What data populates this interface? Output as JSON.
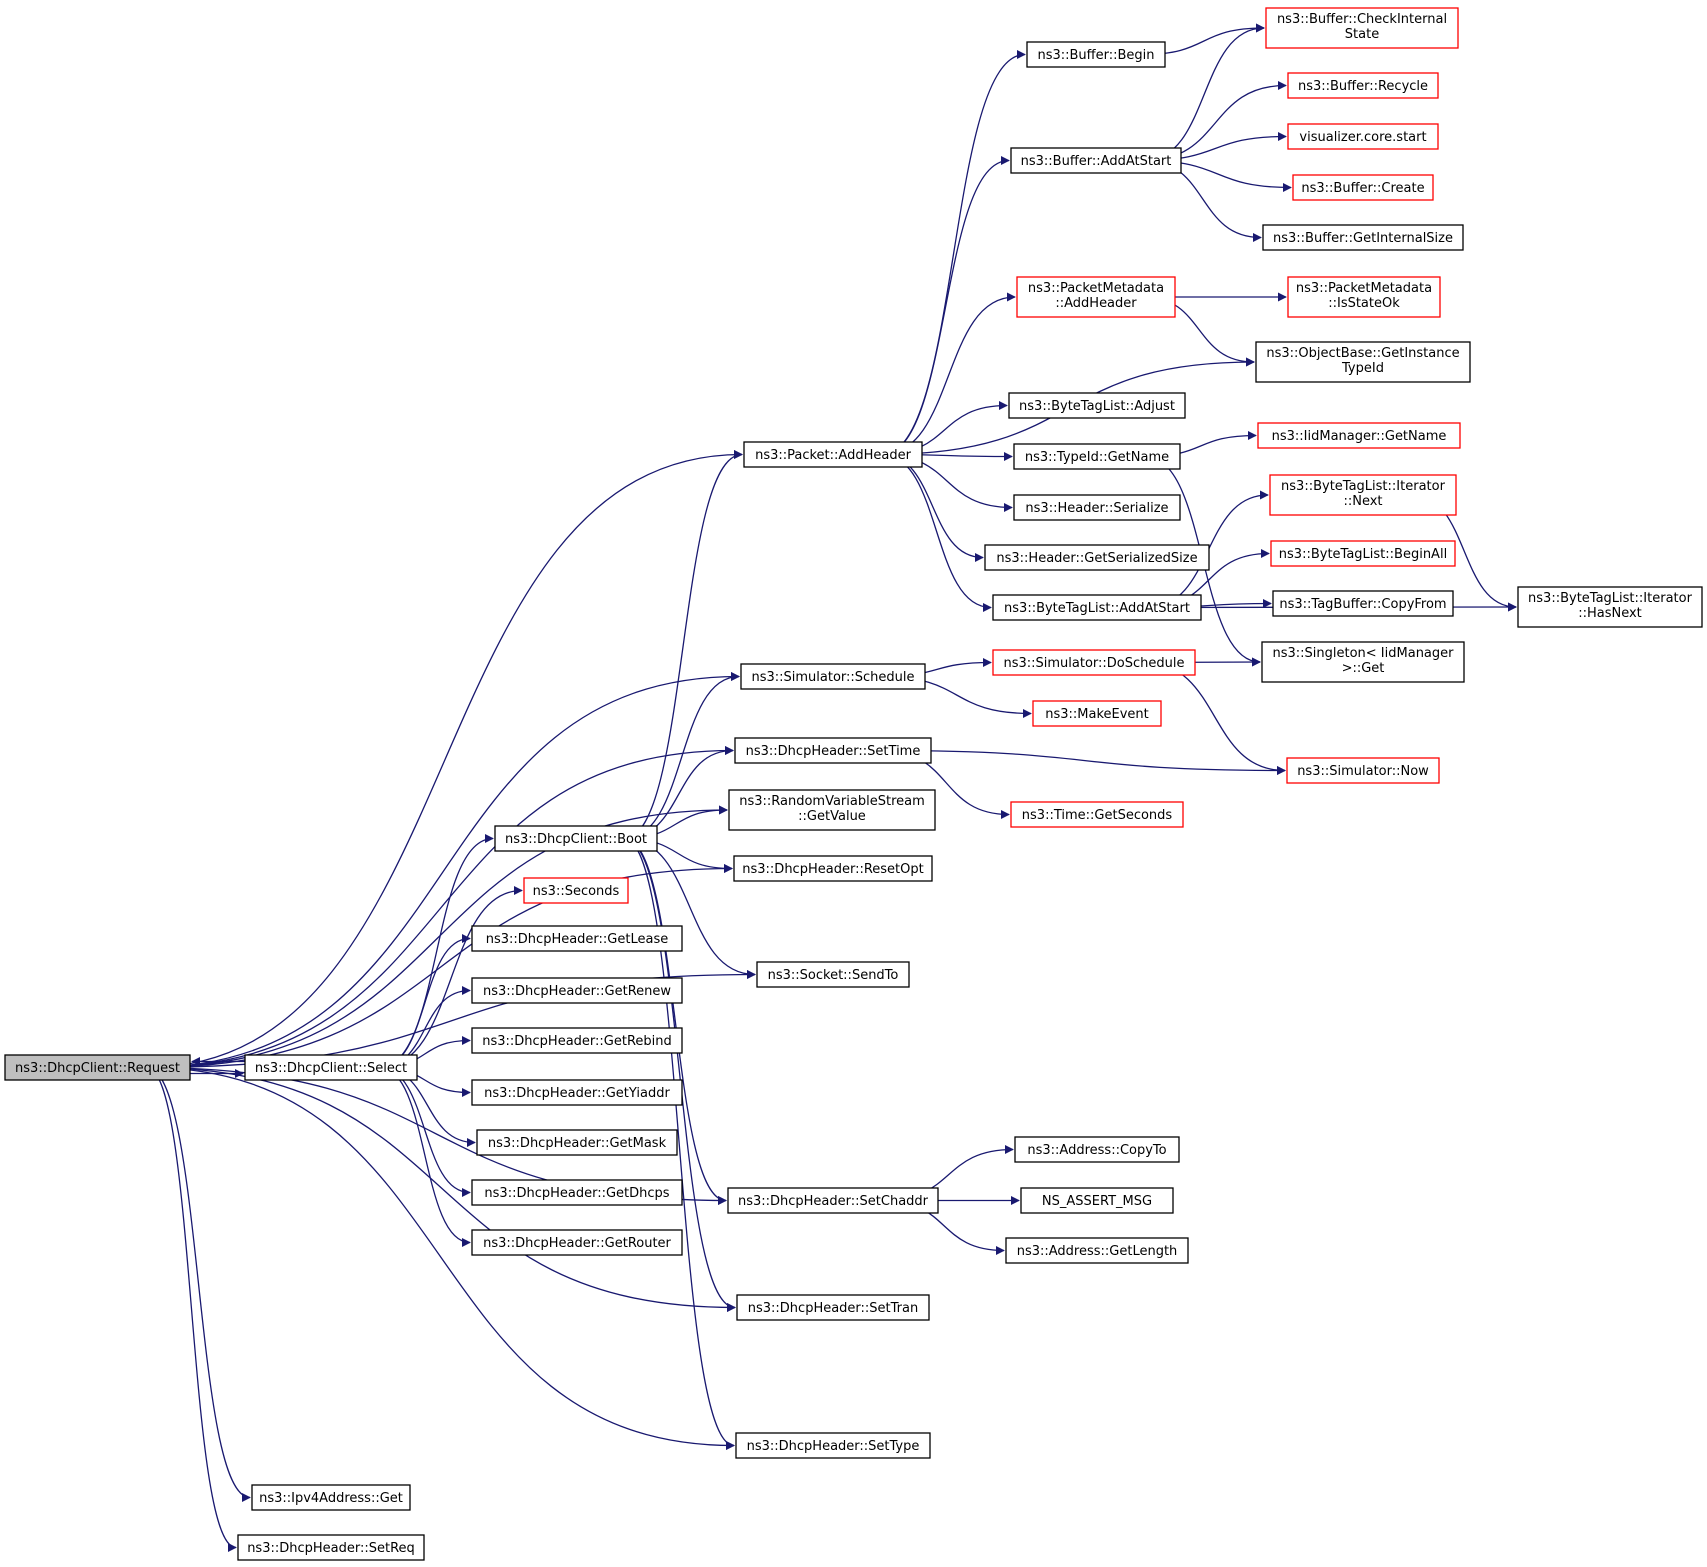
{
  "colors": {
    "edge": "#191970",
    "red_border": "#ff0000",
    "black_border": "#000000",
    "root_fill": "#bfbfbf"
  },
  "nodes": [
    {
      "id": "request",
      "lines": [
        "ns3::DhcpClient::Request"
      ],
      "style": "root"
    },
    {
      "id": "select",
      "lines": [
        "ns3::DhcpClient::Select"
      ],
      "style": "black"
    },
    {
      "id": "ipv4get",
      "lines": [
        "ns3::Ipv4Address::Get"
      ],
      "style": "black"
    },
    {
      "id": "setreq",
      "lines": [
        "ns3::DhcpHeader::SetReq"
      ],
      "style": "black"
    },
    {
      "id": "boot",
      "lines": [
        "ns3::DhcpClient::Boot"
      ],
      "style": "black"
    },
    {
      "id": "seconds",
      "lines": [
        "ns3::Seconds"
      ],
      "style": "red"
    },
    {
      "id": "getlease",
      "lines": [
        "ns3::DhcpHeader::GetLease"
      ],
      "style": "black"
    },
    {
      "id": "getrenew",
      "lines": [
        "ns3::DhcpHeader::GetRenew"
      ],
      "style": "black"
    },
    {
      "id": "getrebind",
      "lines": [
        "ns3::DhcpHeader::GetRebind"
      ],
      "style": "black"
    },
    {
      "id": "getyiaddr",
      "lines": [
        "ns3::DhcpHeader::GetYiaddr"
      ],
      "style": "black"
    },
    {
      "id": "getmask",
      "lines": [
        "ns3::DhcpHeader::GetMask"
      ],
      "style": "black"
    },
    {
      "id": "getdhcps",
      "lines": [
        "ns3::DhcpHeader::GetDhcps"
      ],
      "style": "black"
    },
    {
      "id": "getrouter",
      "lines": [
        "ns3::DhcpHeader::GetRouter"
      ],
      "style": "black"
    },
    {
      "id": "addheader",
      "lines": [
        "ns3::Packet::AddHeader"
      ],
      "style": "black"
    },
    {
      "id": "schedule",
      "lines": [
        "ns3::Simulator::Schedule"
      ],
      "style": "black"
    },
    {
      "id": "settime",
      "lines": [
        "ns3::DhcpHeader::SetTime"
      ],
      "style": "black"
    },
    {
      "id": "getvalue",
      "lines": [
        "ns3::RandomVariableStream",
        "::GetValue"
      ],
      "style": "black"
    },
    {
      "id": "resetopt",
      "lines": [
        "ns3::DhcpHeader::ResetOpt"
      ],
      "style": "black"
    },
    {
      "id": "sendto",
      "lines": [
        "ns3::Socket::SendTo"
      ],
      "style": "black"
    },
    {
      "id": "setchaddr",
      "lines": [
        "ns3::DhcpHeader::SetChaddr"
      ],
      "style": "black"
    },
    {
      "id": "settran",
      "lines": [
        "ns3::DhcpHeader::SetTran"
      ],
      "style": "black"
    },
    {
      "id": "settype",
      "lines": [
        "ns3::DhcpHeader::SetType"
      ],
      "style": "black"
    },
    {
      "id": "bufbegin",
      "lines": [
        "ns3::Buffer::Begin"
      ],
      "style": "black"
    },
    {
      "id": "bufaddatstart",
      "lines": [
        "ns3::Buffer::AddAtStart"
      ],
      "style": "black"
    },
    {
      "id": "pmaddheader",
      "lines": [
        "ns3::PacketMetadata",
        "::AddHeader"
      ],
      "style": "red"
    },
    {
      "id": "btladjust",
      "lines": [
        "ns3::ByteTagList::Adjust"
      ],
      "style": "black"
    },
    {
      "id": "typeidgetname",
      "lines": [
        "ns3::TypeId::GetName"
      ],
      "style": "black"
    },
    {
      "id": "hdrserialize",
      "lines": [
        "ns3::Header::Serialize"
      ],
      "style": "black"
    },
    {
      "id": "hdrgetsersize",
      "lines": [
        "ns3::Header::GetSerializedSize"
      ],
      "style": "black"
    },
    {
      "id": "btladdatstart",
      "lines": [
        "ns3::ByteTagList::AddAtStart"
      ],
      "style": "black"
    },
    {
      "id": "dosched",
      "lines": [
        "ns3::Simulator::DoSchedule"
      ],
      "style": "red"
    },
    {
      "id": "makeevent",
      "lines": [
        "ns3::MakeEvent"
      ],
      "style": "red"
    },
    {
      "id": "timegetsec",
      "lines": [
        "ns3::Time::GetSeconds"
      ],
      "style": "red"
    },
    {
      "id": "addrcopyto",
      "lines": [
        "ns3::Address::CopyTo"
      ],
      "style": "black"
    },
    {
      "id": "nsassert",
      "lines": [
        "NS_ASSERT_MSG"
      ],
      "style": "black"
    },
    {
      "id": "addrgetlen",
      "lines": [
        "ns3::Address::GetLength"
      ],
      "style": "black"
    },
    {
      "id": "bufcheck",
      "lines": [
        "ns3::Buffer::CheckInternal",
        "State"
      ],
      "style": "red"
    },
    {
      "id": "bufrecycle",
      "lines": [
        "ns3::Buffer::Recycle"
      ],
      "style": "red"
    },
    {
      "id": "vizstart",
      "lines": [
        "visualizer.core.start"
      ],
      "style": "red"
    },
    {
      "id": "bufcreate",
      "lines": [
        "ns3::Buffer::Create"
      ],
      "style": "red"
    },
    {
      "id": "bufgetint",
      "lines": [
        "ns3::Buffer::GetInternalSize"
      ],
      "style": "black"
    },
    {
      "id": "pmisstateok",
      "lines": [
        "ns3::PacketMetadata",
        "::IsStateOk"
      ],
      "style": "red"
    },
    {
      "id": "objgetinst",
      "lines": [
        "ns3::ObjectBase::GetInstance",
        "TypeId"
      ],
      "style": "black"
    },
    {
      "id": "iidgetname",
      "lines": [
        "ns3::IidManager::GetName"
      ],
      "style": "red"
    },
    {
      "id": "btlitnext",
      "lines": [
        "ns3::ByteTagList::Iterator",
        "::Next"
      ],
      "style": "red"
    },
    {
      "id": "btlbeginall",
      "lines": [
        "ns3::ByteTagList::BeginAll"
      ],
      "style": "red"
    },
    {
      "id": "tagbufcopy",
      "lines": [
        "ns3::TagBuffer::CopyFrom"
      ],
      "style": "black"
    },
    {
      "id": "singletonget",
      "lines": [
        "ns3::Singleton< IidManager",
        " >::Get"
      ],
      "style": "black"
    },
    {
      "id": "simnow",
      "lines": [
        "ns3::Simulator::Now"
      ],
      "style": "red"
    },
    {
      "id": "btlithasnext",
      "lines": [
        "ns3::ByteTagList::Iterator",
        "::HasNext"
      ],
      "style": "black"
    }
  ],
  "edges": [
    [
      "request",
      "select"
    ],
    [
      "select",
      "request"
    ],
    [
      "request",
      "addheader"
    ],
    [
      "request",
      "schedule"
    ],
    [
      "request",
      "settime"
    ],
    [
      "request",
      "getvalue"
    ],
    [
      "request",
      "resetopt"
    ],
    [
      "request",
      "sendto"
    ],
    [
      "request",
      "setchaddr"
    ],
    [
      "request",
      "settran"
    ],
    [
      "request",
      "settype"
    ],
    [
      "request",
      "ipv4get"
    ],
    [
      "request",
      "setreq"
    ],
    [
      "select",
      "boot"
    ],
    [
      "select",
      "seconds"
    ],
    [
      "select",
      "getlease"
    ],
    [
      "select",
      "getrenew"
    ],
    [
      "select",
      "getrebind"
    ],
    [
      "select",
      "getyiaddr"
    ],
    [
      "select",
      "getmask"
    ],
    [
      "select",
      "getdhcps"
    ],
    [
      "select",
      "getrouter"
    ],
    [
      "boot",
      "addheader"
    ],
    [
      "boot",
      "schedule"
    ],
    [
      "boot",
      "settime"
    ],
    [
      "boot",
      "getvalue"
    ],
    [
      "boot",
      "resetopt"
    ],
    [
      "boot",
      "sendto"
    ],
    [
      "boot",
      "setchaddr"
    ],
    [
      "boot",
      "settran"
    ],
    [
      "boot",
      "settype"
    ],
    [
      "addheader",
      "bufbegin"
    ],
    [
      "addheader",
      "bufaddatstart"
    ],
    [
      "addheader",
      "pmaddheader"
    ],
    [
      "addheader",
      "objgetinst"
    ],
    [
      "addheader",
      "btladjust"
    ],
    [
      "addheader",
      "typeidgetname"
    ],
    [
      "addheader",
      "hdrserialize"
    ],
    [
      "addheader",
      "hdrgetsersize"
    ],
    [
      "addheader",
      "btladdatstart"
    ],
    [
      "schedule",
      "dosched"
    ],
    [
      "schedule",
      "makeevent"
    ],
    [
      "settime",
      "simnow"
    ],
    [
      "settime",
      "timegetsec"
    ],
    [
      "setchaddr",
      "addrcopyto"
    ],
    [
      "setchaddr",
      "nsassert"
    ],
    [
      "setchaddr",
      "addrgetlen"
    ],
    [
      "bufbegin",
      "bufcheck"
    ],
    [
      "bufaddatstart",
      "bufcheck"
    ],
    [
      "bufaddatstart",
      "bufrecycle"
    ],
    [
      "bufaddatstart",
      "vizstart"
    ],
    [
      "bufaddatstart",
      "bufcreate"
    ],
    [
      "bufaddatstart",
      "bufgetint"
    ],
    [
      "pmaddheader",
      "pmisstateok"
    ],
    [
      "pmaddheader",
      "objgetinst"
    ],
    [
      "typeidgetname",
      "iidgetname"
    ],
    [
      "typeidgetname",
      "singletonget"
    ],
    [
      "btladdatstart",
      "btlitnext"
    ],
    [
      "btladdatstart",
      "btlbeginall"
    ],
    [
      "btladdatstart",
      "tagbufcopy"
    ],
    [
      "btladdatstart",
      "btlithasnext"
    ],
    [
      "btlitnext",
      "btlithasnext"
    ],
    [
      "dosched",
      "singletonget"
    ],
    [
      "dosched",
      "simnow"
    ]
  ]
}
